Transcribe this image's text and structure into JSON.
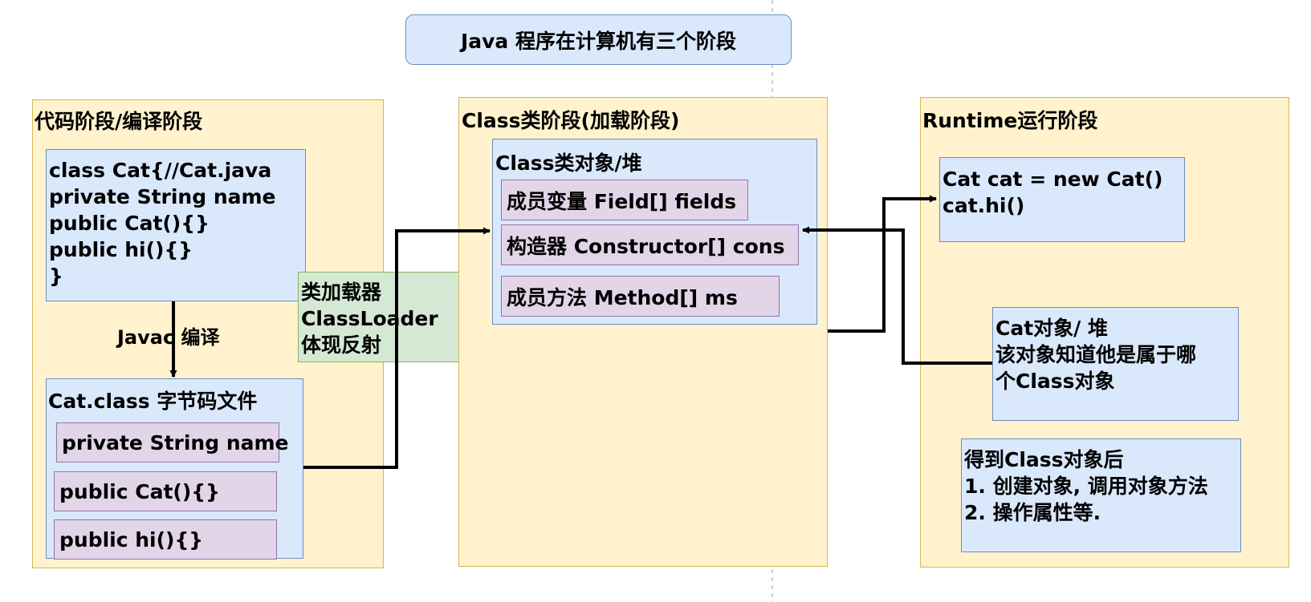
{
  "title": "Java 程序在计算机有三个阶段",
  "stage1": {
    "title": "代码阶段/编译阶段",
    "source_lines": [
      "class Cat{//Cat.java",
      "private String name",
      "public Cat(){}",
      "public hi(){}",
      "}"
    ],
    "compile_label": "Javac 编译",
    "bytecode_title": "Cat.class 字节码文件",
    "bytecode_items": [
      "private String name",
      "public Cat(){}",
      "public hi(){}"
    ]
  },
  "classloader": {
    "lines": [
      "类加载器",
      "ClassLoader",
      "体现反射"
    ]
  },
  "stage2": {
    "title": "Class类阶段(加载阶段)",
    "class_object_title": "Class类对象/堆",
    "members": [
      "成员变量 Field[] fields",
      "构造器 Constructor[] cons",
      "成员方法 Method[] ms"
    ]
  },
  "stage3": {
    "title": "Runtime运行阶段",
    "code_lines": [
      "Cat cat = new Cat()",
      "cat.hi()"
    ],
    "cat_object_lines": [
      "Cat对象/ 堆",
      "该对象知道他是属于哪",
      "个Class对象"
    ],
    "after_lines": [
      "得到Class对象后",
      "1. 创建对象, 调用对象方法",
      "2. 操作属性等."
    ]
  }
}
